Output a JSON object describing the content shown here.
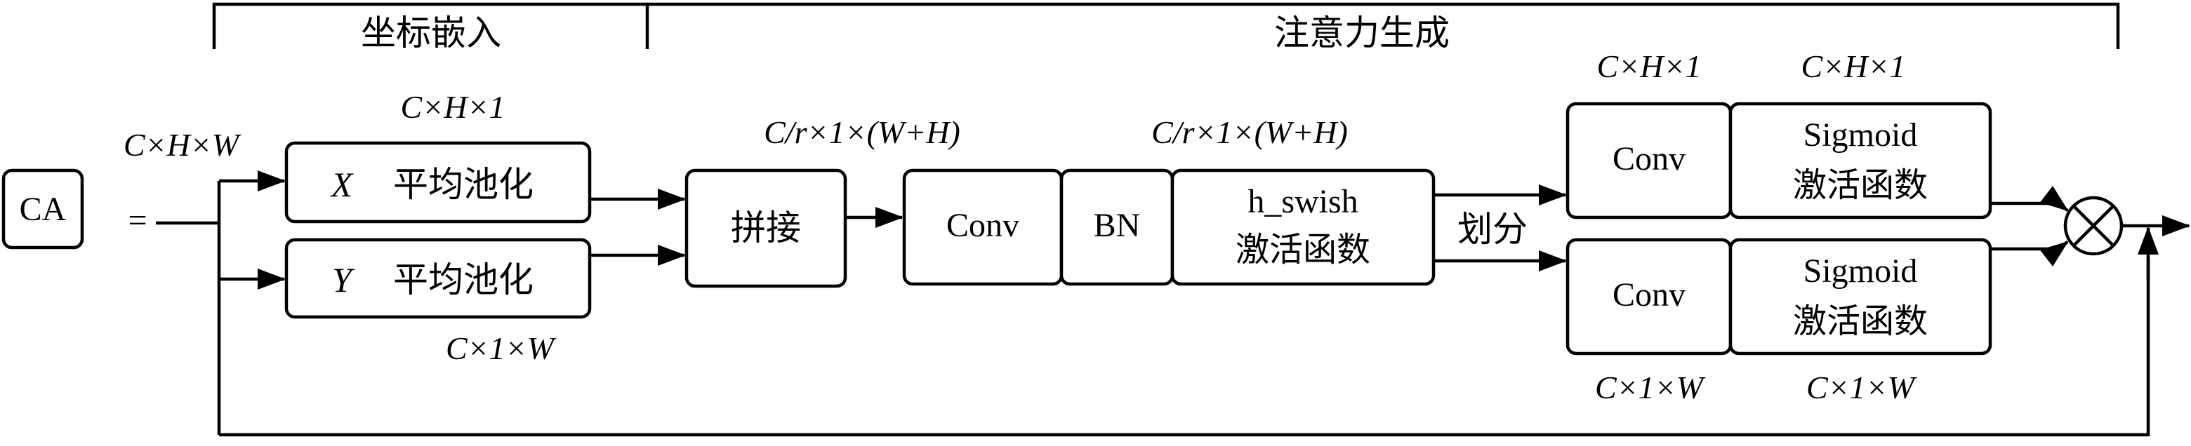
{
  "sections": {
    "embed": "坐标嵌入",
    "attention": "注意力生成"
  },
  "ca": {
    "label": "CA",
    "equals": "=",
    "input_dim": "C×H×W"
  },
  "pool_x": {
    "axis": "X",
    "label": "平均池化",
    "dim": "C×H×1"
  },
  "pool_y": {
    "axis": "Y",
    "label": "平均池化",
    "dim": "C×1×W"
  },
  "concat": {
    "label": "拼接",
    "dim": "C/r×1×(W+H)"
  },
  "conv_main": {
    "label": "Conv"
  },
  "bn": {
    "label": "BN"
  },
  "hswish": {
    "line1": "h_swish",
    "line2": "激活函数",
    "dim": "C/r×1×(W+H)"
  },
  "split": {
    "label": "划分"
  },
  "top_branch": {
    "conv_label": "Conv",
    "conv_dim": "C×H×1",
    "sig_line1": "Sigmoid",
    "sig_line2": "激活函数",
    "sig_dim": "C×H×1"
  },
  "bottom_branch": {
    "conv_label": "Conv",
    "conv_dim": "C×1×W",
    "sig_line1": "Sigmoid",
    "sig_line2": "激活函数",
    "sig_dim": "C×1×W"
  },
  "multiply": {
    "symbol": "⊗"
  }
}
